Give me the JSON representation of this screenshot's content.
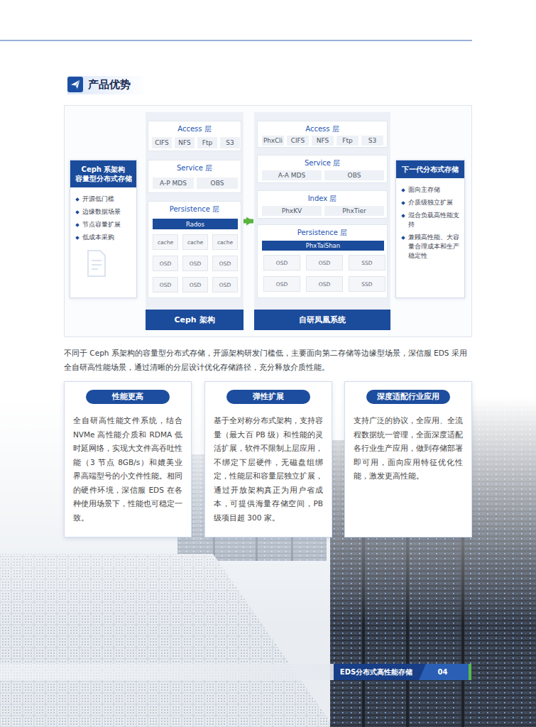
{
  "diagram": {
    "title": "产品优势",
    "nodes": [
      {
        "text": [
          "Ceph 系架构 容量型分布式存储",
          "开源低门槛",
          "边缘数据场景",
          "节点容量扩展",
          "低成本采购"
        ]
      },
      {
        "text": [
          "Ceph 架构"
        ]
      },
      {
        "text": [
          "Access 层"
        ],
        "in": 1
      },
      {
        "text": [
          "CIFS"
        ],
        "in": 2
      },
      {
        "text": [
          "NFS"
        ],
        "in": 2
      },
      {
        "text": [
          "Ftp"
        ],
        "in": 2
      },
      {
        "text": [
          "S3"
        ],
        "in": 2
      },
      {
        "text": [
          "Service 层"
        ],
        "in": 1
      },
      {
        "text": [
          "A-P MDS"
        ],
        "in": 7
      },
      {
        "text": [
          "OBS"
        ],
        "in": 7
      },
      {
        "text": [
          "Persistence 层"
        ],
        "in": 1
      },
      {
        "text": [
          "Rados"
        ],
        "in": 10
      },
      {
        "text": [
          "cache"
        ],
        "in": 10
      },
      {
        "text": [
          "cache"
        ],
        "in": 10
      },
      {
        "text": [
          "cache"
        ],
        "in": 10
      },
      {
        "text": [
          "OSD"
        ],
        "in": 10
      },
      {
        "text": [
          "OSD"
        ],
        "in": 10
      },
      {
        "text": [
          "OSD"
        ],
        "in": 10
      },
      {
        "text": [
          "OSD"
        ],
        "in": 10
      },
      {
        "text": [
          "OSD"
        ],
        "in": 10
      },
      {
        "text": [
          "OSD"
        ],
        "in": 10
      },
      {
        "text": [
          "自研凤凰系统"
        ]
      },
      {
        "text": [
          "Access 层"
        ],
        "in": 21
      },
      {
        "text": [
          "PhxCli"
        ],
        "in": 22
      },
      {
        "text": [
          "CIFS"
        ],
        "in": 22
      },
      {
        "text": [
          "NFS"
        ],
        "in": 22
      },
      {
        "text": [
          "Ftp"
        ],
        "in": 22
      },
      {
        "text": [
          "S3"
        ],
        "in": 22
      },
      {
        "text": [
          "Service 层"
        ],
        "in": 21
      },
      {
        "text": [
          "A-A MDS"
        ],
        "in": 28
      },
      {
        "text": [
          "OBS"
        ],
        "in": 28
      },
      {
        "text": [
          "Index 层"
        ],
        "in": 21
      },
      {
        "text": [
          "PhxKV"
        ],
        "in": 31
      },
      {
        "text": [
          "PhxTier"
        ],
        "in": 31
      },
      {
        "text": [
          "Persistence 层"
        ],
        "in": 21
      },
      {
        "text": [
          "PhxTaiShan"
        ],
        "in": 34
      },
      {
        "text": [
          "OSD"
        ],
        "in": 34
      },
      {
        "text": [
          "OSD"
        ],
        "in": 34
      },
      {
        "text": [
          "SSD"
        ],
        "in": 34
      },
      {
        "text": [
          "OSD"
        ],
        "in": 34
      },
      {
        "text": [
          "OSD"
        ],
        "in": 34
      },
      {
        "text": [
          "SSD"
        ],
        "in": 34
      },
      {
        "text": [
          "下一代分布式存储",
          "面向主存储",
          "介质级独立扩展",
          "混合负载高性能支持",
          "兼顾高性能、大容量合理成本和生产稳定性"
        ]
      },
      {
        "text": [
          "性能更高",
          "全自研高性能文件系统，结合 NVMe 高性能介质和 RDMA 低时延网络，实现大文件高吞吐性能（3 节点 8GB/s）和媲美业界高端型号的小文件性能。相同的硬件环境，深信服 EDS 在各种使用场景下，性能也可稳定一致。"
        ]
      },
      {
        "text": [
          "弹性扩展",
          "基于全对称分布式架构，支持容量（最大百 PB 级）和性能的灵活扩展，软件不限制上层应用，不绑定下层硬件，无磁盘组绑定，性能层和容量层独立扩展，通过开放架构真正为用户省成本，可提供海量存储空间，PB 级项目超 300 家。"
        ]
      },
      {
        "text": [
          "深度适配行业应用",
          "支持广泛的协议，全应用、全流程数据统一管理，全面深度适配各行业生产应用，做到存储部署即可用，面向应用特征优化性能，激发更高性能。"
        ]
      },
      {
        "text": [
          "EDS分布式高性能存储"
        ]
      }
    ],
    "edges": [
      {
        "from": 1,
        "to": 21,
        "arrow": "to"
      }
    ],
    "labels": [
      "不同于 Ceph 系架构的容量型分布式存储，开源架构研发门槛低，主要面向第二存储等边缘型场景，深信服 EDS 采用全自研高性能场景，通过清晰的分层设计优化存储路径，充分释放介质性能。",
      "04"
    ]
  }
}
